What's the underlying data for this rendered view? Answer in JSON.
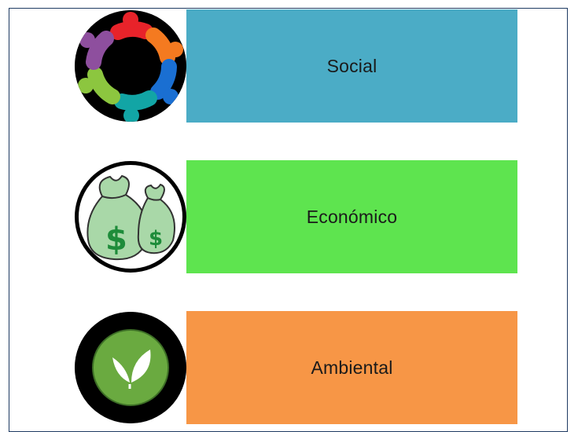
{
  "items": [
    {
      "label": "Social",
      "color": "#4bacc6",
      "icon": "people-circle-icon"
    },
    {
      "label": "Económico",
      "color": "#5ee44f",
      "icon": "money-bags-icon"
    },
    {
      "label": "Ambiental",
      "color": "#f79646",
      "icon": "leaf-icon"
    }
  ]
}
